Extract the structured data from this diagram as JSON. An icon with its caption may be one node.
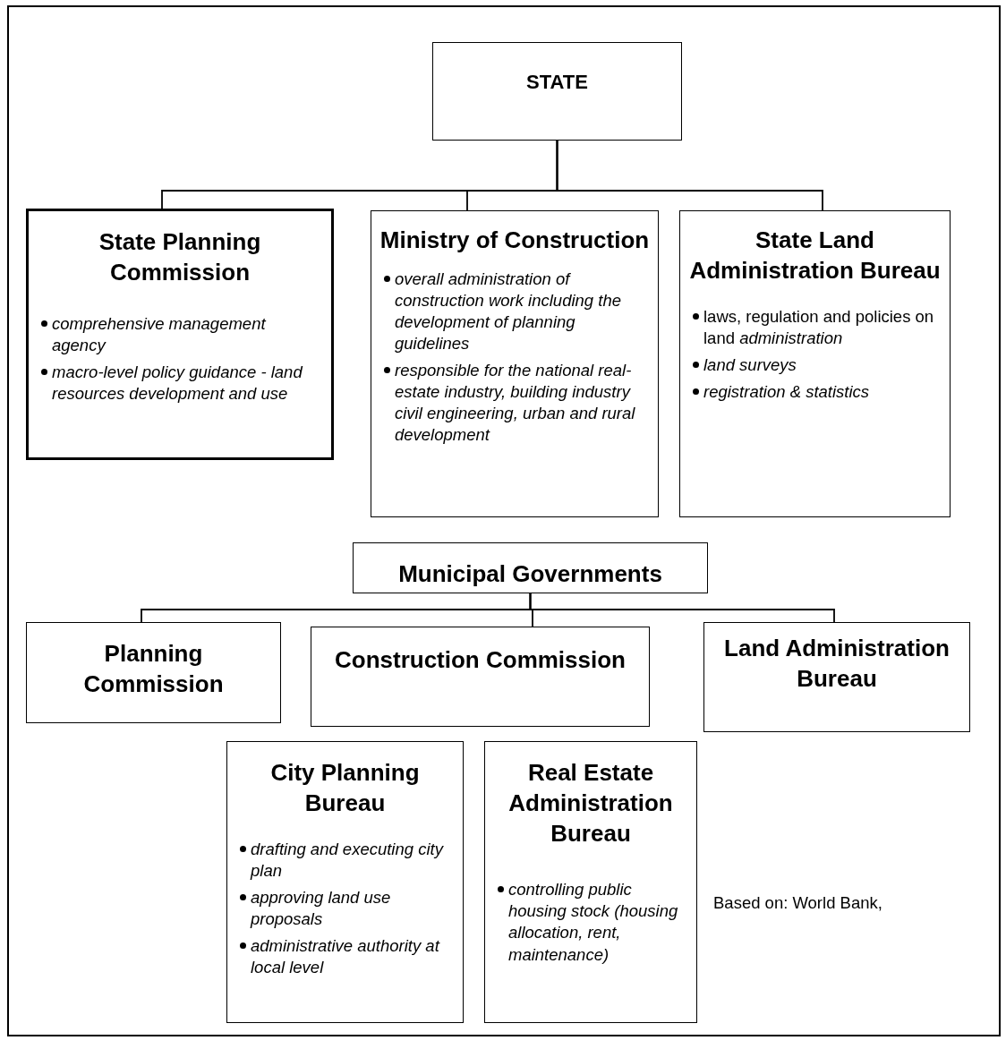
{
  "diagram": {
    "nodes": [
      {
        "text": [
          "STATE"
        ]
      },
      {
        "text": [
          "State Planning Commission",
          "comprehensive management agency",
          "macro-level policy guidance - land resources development and use"
        ]
      },
      {
        "text": [
          "Ministry of Construction",
          "overall administration of construction work including the development of planning guidelines",
          "responsible for the national real-estate industry, building industry civil engineering, urban and rural development"
        ]
      },
      {
        "text": [
          "State Land Administration Bureau",
          "laws, regulation and policies on land *administration*",
          "land surveys",
          "registration  & statistics"
        ]
      },
      {
        "text": [
          "Municipal Governments"
        ]
      },
      {
        "text": [
          "Planning Commission"
        ]
      },
      {
        "text": [
          "Construction Commission"
        ]
      },
      {
        "text": [
          "Land Administration Bureau"
        ]
      },
      {
        "text": [
          "City Planning Bureau",
          "drafting and executing city plan",
          "approving land use proposals",
          "administrative authority at local level"
        ]
      },
      {
        "text": [
          "Real Estate Administration Bureau",
          "controlling public housing stock (housing allocation, rent, maintenance)"
        ]
      }
    ],
    "edges": [
      {
        "from": 0,
        "to": 1,
        "arrow": "none"
      },
      {
        "from": 0,
        "to": 2,
        "arrow": "none"
      },
      {
        "from": 0,
        "to": 3,
        "arrow": "none"
      },
      {
        "from": 4,
        "to": 5,
        "arrow": "none"
      },
      {
        "from": 4,
        "to": 6,
        "arrow": "none"
      },
      {
        "from": 4,
        "to": 7,
        "arrow": "none"
      }
    ],
    "labels": [
      "Based on: World Bank,"
    ]
  }
}
